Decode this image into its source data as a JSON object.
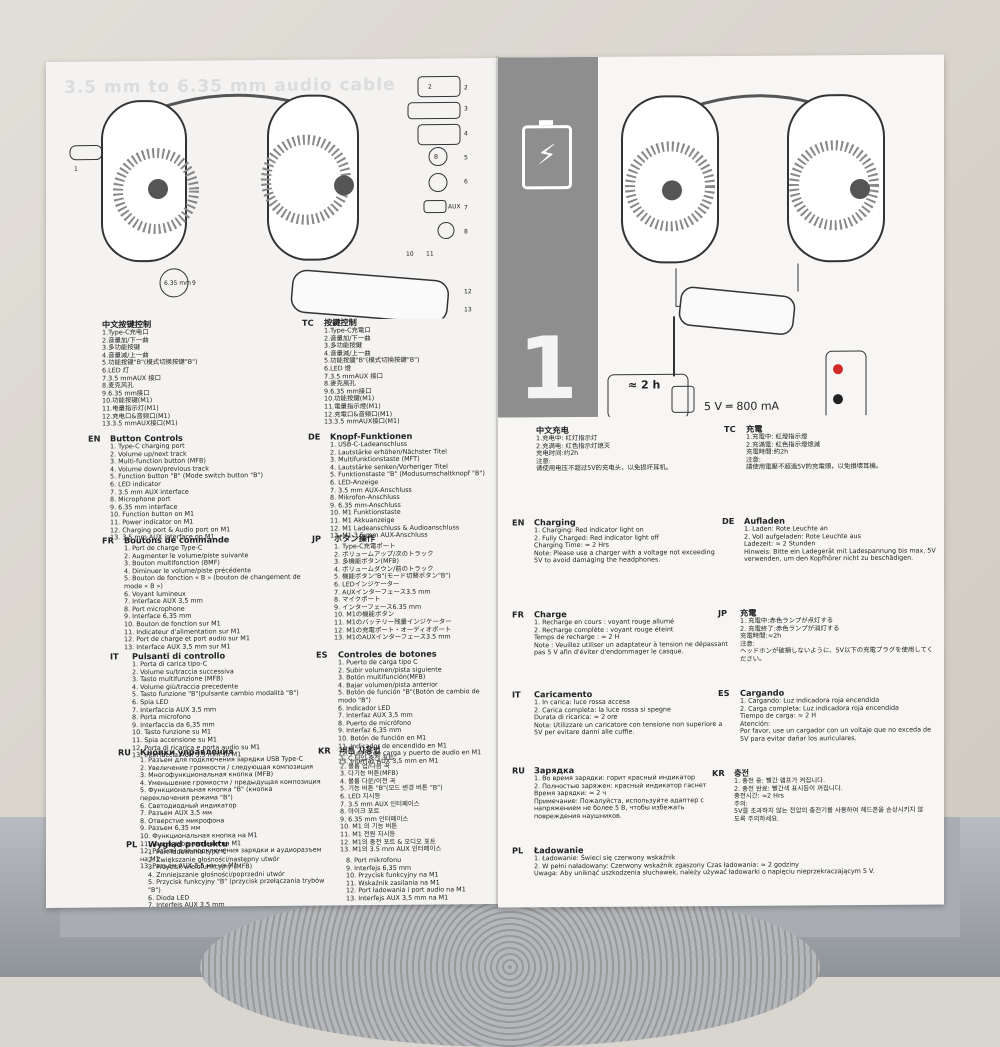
{
  "left_page": {
    "callouts": [
      "1",
      "2",
      "3",
      "4",
      "5",
      "6",
      "7",
      "8",
      "9",
      "10",
      "11",
      "12",
      "13"
    ],
    "ghost_text": "3.5 mm to 6.35 mm audio cable",
    "diagram_labels": {
      "aux": "AUX",
      "b": "B",
      "mm": "6.35 mm"
    },
    "zh_cn": {
      "code": "",
      "title": "中文按键控制",
      "items": [
        "1.Type-C充电口",
        "2.音量加/下一曲",
        "3.多功能按键",
        "4.音量减/上一曲",
        "5.功能按键\"B\"(模式切换按键\"B\")",
        "6.LED 灯",
        "7.3.5 mmAUX 接口",
        "8.麦克风孔",
        "9.6.35 mm接口",
        "10.功能按键(M1)",
        "11.电量指示灯(M1)",
        "12.充电口&音频口(M1)",
        "13.3.5 mmAUX接口(M1)"
      ]
    },
    "zh_tw": {
      "code": "TC",
      "title": "按鍵控制",
      "items": [
        "1.Type-C充電口",
        "2.音量加/下一曲",
        "3.多功能按鍵",
        "4.音量減/上一曲",
        "5.功能按鍵\"B\"(模式切換按鍵\"B\")",
        "6.LED 燈",
        "7.3.5 mmAUX 接口",
        "8.麥克風孔",
        "9.6.35 mm接口",
        "10.功能按鍵(M1)",
        "11.電量指示燈(M1)",
        "12.充電口&音頻口(M1)",
        "13.3.5 mmAUX接口(M1)"
      ]
    },
    "en": {
      "code": "EN",
      "title": "Button Controls",
      "items": [
        "1. Type-C charging port",
        "2. Volume up/next track",
        "3. Multi-function button (MFB)",
        "4. Volume down/previous track",
        "5. Function button \"B\" (Mode switch button \"B\")",
        "6. LED indicator",
        "7. 3.5 mm AUX interface",
        "8. Microphone port",
        "9. 6.35 mm interface",
        "10. Function button on M1",
        "11. Power indicator on M1",
        "12. Charging port & Audio port on M1",
        "13. 3.5 mm AUX interface on M1"
      ]
    },
    "de": {
      "code": "DE",
      "title": "Knopf-Funktionen",
      "items": [
        "1. USB-C-Ladeanschluss",
        "2. Lautstärke erhöhen/Nächster Titel",
        "3. Multifunktionstaste (MFT)",
        "4. Lautstärke senken/Vorheriger Titel",
        "5. Funktionstaste \"B\" (Modusumschaltknopf \"B\")",
        "6. LED-Anzeige",
        "7. 3.5 mm AUX-Anschluss",
        "8. Mikrofon-Anschluss",
        "9. 6.35 mm-Anschluss",
        "10. M1 Funktionstaste",
        "11. M1 Akkuanzeige",
        "12. M1 Ladeanschluss & Audioanschluss",
        "13. M1 3.5 mm AUX-Anschluss"
      ]
    },
    "fr": {
      "code": "FR",
      "title": "Boutons de commande",
      "items": [
        "1. Port de charge Type-C",
        "2. Augmenter le volume/piste suivante",
        "3. Bouton multifonction (BMF)",
        "4. Diminuer le volume/piste précédente",
        "5. Bouton de fonction « B » (bouton de changement de mode « B »)",
        "6. Voyant lumineux",
        "7. Interface AUX 3,5 mm",
        "8. Port microphone",
        "9. Interface 6,35 mm",
        "10. Bouton de fonction sur M1",
        "11. Indicateur d'alimentation sur M1",
        "12. Port de charge et port audio sur M1",
        "13. Interface AUX 3,5 mm sur M1"
      ]
    },
    "jp": {
      "code": "JP",
      "title": "ボタン操作",
      "items": [
        "1. Type-C充電ポート",
        "2. ボリュームアップ/次のトラック",
        "3. 多機能ボタン(MFB)",
        "4. ボリュームダウン/前のトラック",
        "5. 機能ボタン\"B\"(モード切替ボタン\"B\")",
        "6. LEDインジケーター",
        "7. AUXインターフェース3.5 mm",
        "8. マイクポート",
        "9. インターフェース6.35 mm",
        "10. M1の機能ボタン",
        "11. M1のバッテリー残量インジケーター",
        "12. M1の充電ポート・オーディオポート",
        "13. M1のAUXインターフェース3.5 mm"
      ]
    },
    "it": {
      "code": "IT",
      "title": "Pulsanti di controllo",
      "items": [
        "1. Porta di carica tipo-C",
        "2. Volume su/traccia successiva",
        "3. Tasto multifunzione (MFB)",
        "4. Volume giù/traccia precedente",
        "5. Tasto funzione \"B\"(pulsante cambio modalità \"B\")",
        "6. Spia LED",
        "7. Interfaccia AUX 3,5 mm",
        "8. Porta microfono",
        "9. Interfaccia da 6,35 mm",
        "10. Tasto funzione su M1",
        "11. Spia accensione su M1",
        "12. Porta di ricarica e porta audio su M1",
        "13. Interfaccia AUX 3,5 mm su M1"
      ]
    },
    "es": {
      "code": "ES",
      "title": "Controles de botones",
      "items": [
        "1. Puerto de carga tipo C",
        "2. Subir volumen/pista siguiente",
        "3. Botón multifunción(MFB)",
        "4. Bajar volumen/pista anterior",
        "5. Botón de función \"B\"(Botón de cambio de modo \"B\")",
        "6. Indicador LED",
        "7. Interfaz AUX 3,5 mm",
        "8. Puerto de micrófono",
        "9. Interfaz 6,35 mm",
        "10. Botón de función en M1",
        "11. Indicador de encendido en M1",
        "12. Puerto de carga y puerto de audio en M1",
        "13. Interfaz AUX 3,5 mm en M1"
      ]
    },
    "ru": {
      "code": "RU",
      "title": "Кнопки управления",
      "items": [
        "1. Разъем для подключения зарядки USB Type-C",
        "2. Увеличение громкости / следующая композиция",
        "3. Многофункциональная кнопка (MFB)",
        "4. Уменьшение громкости / предыдущая композиция",
        "5. Функциональная кнопка \"B\" (кнопка переключения режима \"B\")",
        "6. Светодиодный индикатор",
        "7. Разъем AUX 3,5 мм",
        "8. Отверстие микрофона",
        "9. Разъем 6,35 мм",
        "10. Функциональная кнопка на M1",
        "11. Индикатор питания на M1",
        "12. Разъем для подключения зарядки и аудиоразъем на M1",
        "13. Разъем AUX 3,5 мм на M1"
      ]
    },
    "kr": {
      "code": "KR",
      "title": "버튼 사용법",
      "items": [
        "1. C 타입 충전 포트",
        "2. 볼륨 업/다음 곡",
        "3. 다기능 버튼(MFB)",
        "4. 볼륨 다운/이전 곡",
        "5. 기능 버튼 \"B\"(모드 변경 버튼 \"B\")",
        "6. LED 지시등",
        "7. 3.5 mm AUX 인터페이스",
        "8. 마이크 포트",
        "9. 6.35 mm 인터페이스",
        "10. M1 의 기능 버튼",
        "11. M1 전원 지시등",
        "12. M1의 충전 포트 & 오디오 포트",
        "13. M1의 3.5 mm AUX 인터페이스"
      ]
    },
    "pl": {
      "code": "PL",
      "title": "Wygląd produktu",
      "items": [
        "1. Port ładowania typu C",
        "2. Zwiększanie głośności/następny utwór",
        "3. Przycisk wielofunkcyjny (MFB)",
        "4. Zmniejszanie głośności/poprzedni utwór",
        "5. Przycisk funkcyjny \"B\" (przycisk przełączania trybów \"B\")",
        "6. Dioda LED",
        "7. Interfejs AUX 3,5 mm"
      ]
    },
    "pl2": {
      "code": "",
      "title": "",
      "items": [
        "8. Port mikrofonu",
        "9. Interfejs 6,35 mm",
        "10. Przycisk funkcyjny na M1",
        "11. Wskaźnik zasilania na M1",
        "12. Port ładowania i port audio na M1",
        "13. Interfejs AUX 3,5 mm na M1"
      ]
    }
  },
  "right_page": {
    "step": "1",
    "duration": "≈ 2 h",
    "spec_voltage": "5 V",
    "spec_current": "800 mA",
    "zh_cn": {
      "code": "",
      "title": "中文充电",
      "items": [
        "1.充电中: 红灯指示灯",
        "2.充满电: 红色指示灯熄灭",
        "充电时间:约2h",
        "注意:",
        "请使用电压不超过5V的充电头，以免损坏耳机。"
      ]
    },
    "zh_tw": {
      "code": "TC",
      "title": "充電",
      "items": [
        "1.充電中: 紅燈指示燈",
        "2.充滿電: 紅色指示燈熄滅",
        "充電時間:約2h",
        "注意:",
        "請使用電壓不超過5V的充電頭，以免損壞耳機。"
      ]
    },
    "en": {
      "code": "EN",
      "title": "Charging",
      "items": [
        "1. Charging: Red indicator light on",
        "2. Fully Charged: Red indicator light off",
        "Charging Time: ≈ 2 Hrs",
        "Note: Please use a charger with a voltage not exceeding 5V to avoid damaging the headphones."
      ]
    },
    "de": {
      "code": "DE",
      "title": "Aufladen",
      "items": [
        "1. Laden: Rote Leuchte an",
        "2. Voll aufgeladen: Rote Leuchte aus",
        "Ladezeit: ≈ 2 Stunden",
        "Hinweis: Bitte ein Ladegerät mit Ladespannung bis max. 5V verwenden, um den Kopfhörer nicht zu beschädigen."
      ]
    },
    "fr": {
      "code": "FR",
      "title": "Charge",
      "items": [
        "1. Recharge en cours : voyant rouge allumé",
        "2. Recharge complète : voyant rouge éteint",
        "Temps de recharge : ≈ 2 H",
        "Note : Veuillez utiliser un adaptateur à tension ne dépassant pas 5 V afin d'éviter d'endommager le casque."
      ]
    },
    "jp": {
      "code": "JP",
      "title": "充電",
      "items": [
        "1. 充電中:赤色ランプが点灯する",
        "2. 充電終了:赤色ランプが消灯する",
        "充電時間:≈2h",
        "注意:",
        "ヘッドホンが破損しないように、5V以下の充電プラグを使用してください。"
      ]
    },
    "it": {
      "code": "IT",
      "title": "Caricamento",
      "items": [
        "1. In carica: luce rossa accesa",
        "2. Carica completa: la luce rossa si spegne",
        "Durata di ricarica: ≈ 2 ore",
        "Nota: Utilizzare un caricatore con tensione non superiore a 5V per evitare danni alle cuffie."
      ]
    },
    "es": {
      "code": "ES",
      "title": "Cargando",
      "items": [
        "1. Cargando: Luz indicadora roja encendida",
        "2. Carga completa: Luz indicadora roja encendida",
        "Tiempo de carga: ≈ 2 H",
        "Atención:",
        "Por favor, use un cargador con un voltaje que no exceda de 5V para evitar dañar los auriculares."
      ]
    },
    "ru": {
      "code": "RU",
      "title": "Зарядка",
      "items": [
        "1. Во время зарядки: горит красный индикатор",
        "2. Полностью заряжен: красный индикатор гаснет",
        "Время зарядки: ≈ 2 ч",
        "Примечание: Пожалуйста, используйте адаптер с напряжением не более 5 В, чтобы избежать повреждения наушников."
      ]
    },
    "kr": {
      "code": "KR",
      "title": "충전",
      "items": [
        "1. 충전 중: 빨간 램프가 켜집니다.",
        "2. 충전 완료: 빨간색 표시등이 꺼집니다.",
        "충전시간: ≈2 Hrs",
        "주의:",
        "5V를 초과하지 않는 전압의 충전기를 사용하여 헤드폰을 손상시키지 않도록 주의하세요."
      ]
    },
    "pl": {
      "code": "PL",
      "title": "Ładowanie",
      "items": [
        "1. Ładowanie: Świeci się czerwony wskaźnik",
        "2. W pełni naładowany: Czerwony wskaźnik zgaszony Czas ładowania: ≈ 2 godziny",
        "Uwaga: Aby uniknąć uszkodzenia słuchawek, należy używać ładowarki o napięciu nieprzekraczającym 5 V."
      ]
    }
  },
  "colors": {
    "band": "#8e8e8e",
    "paper": "#f4f3f1",
    "ink": "#222222",
    "led_red": "#d12a2a"
  }
}
